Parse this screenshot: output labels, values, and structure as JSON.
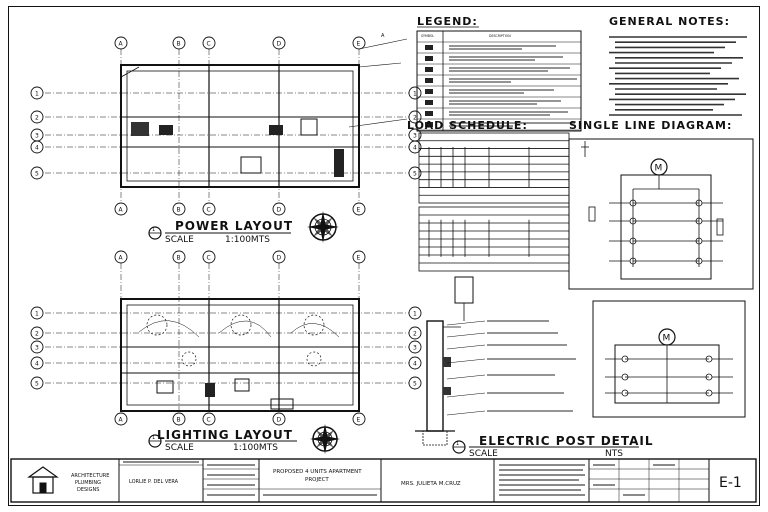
{
  "legend": {
    "title": "LEGEND:",
    "headers": [
      "SYMBOL",
      "DESCRIPTION"
    ]
  },
  "general_notes": {
    "title": "GENERAL NOTES:",
    "count": 6
  },
  "load_schedule": {
    "title": "LOAD SCHEDULE:"
  },
  "single_line": {
    "title": "SINGLE LINE DIAGRAM:",
    "motor_label": "M"
  },
  "power_layout": {
    "title": "POWER LAYOUT",
    "scale_label": "SCALE",
    "scale_value": "1:100MTS",
    "marker": "1",
    "grid_columns": [
      "A",
      "B",
      "C",
      "D",
      "E"
    ],
    "grid_rows": [
      "1",
      "2",
      "3",
      "4",
      "5"
    ]
  },
  "lighting_layout": {
    "title": "LIGHTING LAYOUT",
    "scale_label": "SCALE",
    "scale_value": "1:100MTS",
    "marker": "1",
    "grid_columns": [
      "A",
      "B",
      "C",
      "D",
      "E"
    ],
    "grid_rows": [
      "1",
      "2",
      "3",
      "4",
      "5"
    ]
  },
  "post_detail": {
    "title": "ELECTRIC POST DETAIL",
    "scale_label": "SCALE",
    "scale_value": "NTS",
    "marker": "1"
  },
  "title_block": {
    "firm_line1": "ARCHITECTURE",
    "firm_line2": "PLUMBING",
    "firm_line3": "DESIGNS",
    "designer": "LORLIE P. DEL VERA",
    "project_title": "PROPOSED 4 UNITS APARTMENT PROJECT",
    "owner": "MRS. JULIETA M.CRUZ",
    "sheet_number": "E-1"
  }
}
